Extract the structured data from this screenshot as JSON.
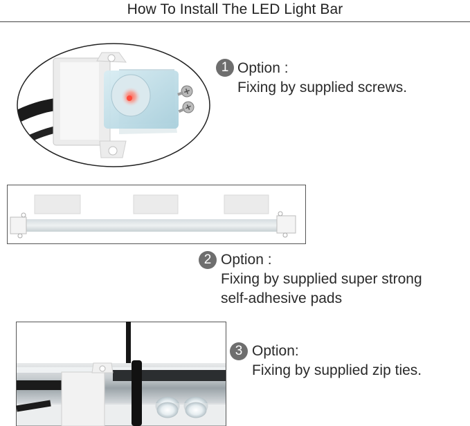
{
  "title": "How To Install The LED Light Bar",
  "options": [
    {
      "number": "1",
      "heading": "Option :",
      "description": "Fixing by supplied screws.",
      "image": "led-end-cap-with-screws"
    },
    {
      "number": "2",
      "heading": "Option :",
      "description_line1": "Fixing by supplied super strong",
      "description_line2": "self-adhesive pads",
      "image": "led-bar-with-adhesive-pads"
    },
    {
      "number": "3",
      "heading": "Option:",
      "description": "Fixing by supplied zip ties.",
      "image": "led-bar-with-zip-tie"
    }
  ],
  "colors": {
    "badge": "#6e6e6e",
    "text": "#2a2a2a",
    "rule": "#444444",
    "led_glow": "#f06a5a"
  }
}
